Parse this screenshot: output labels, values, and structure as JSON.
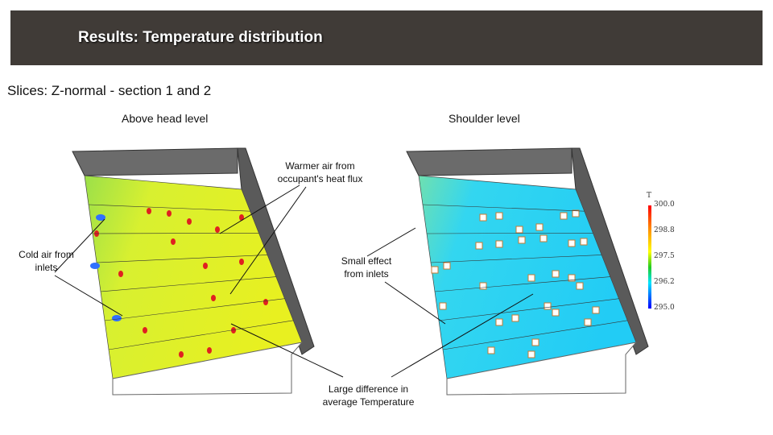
{
  "header": {
    "title": "Results: Temperature distribution"
  },
  "subtitle": "Slices: Z-normal - section 1 and 2",
  "panels": [
    {
      "caption": "Above head level"
    },
    {
      "caption": "Shoulder level"
    }
  ],
  "annotations": {
    "warmer_air": [
      "Warmer air from",
      "occupant's  heat flux"
    ],
    "cold_air": [
      "Cold air from",
      "inlets"
    ],
    "small_effect": [
      "Small effect",
      "from inlets"
    ],
    "large_difference": [
      "Large difference in",
      "average Temperature"
    ]
  },
  "colorbar": {
    "variable": "T",
    "ticks": [
      "300.0",
      "298.8",
      "297.5",
      "296.2",
      "295.0"
    ],
    "colors": [
      "#ff0000",
      "#ff8c00",
      "#ffff00",
      "#22cc22",
      "#00e5ff",
      "#0000ff"
    ]
  }
}
